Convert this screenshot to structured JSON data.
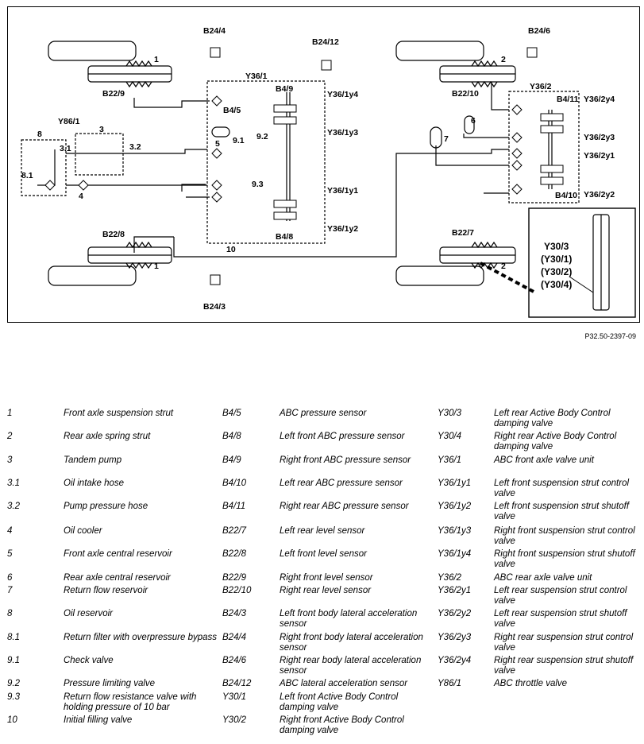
{
  "diagram": {
    "ref": "P32.50-2397-09",
    "labels": {
      "b24_4": "B24/4",
      "b24_12": "B24/12",
      "b24_6": "B24/6",
      "b24_3": "B24/3",
      "b22_9": "B22/9",
      "b22_10": "B22/10",
      "b22_8": "B22/8",
      "b22_7": "B22/7",
      "y36_1": "Y36/1",
      "y36_2": "Y36/2",
      "y86_1": "Y86/1",
      "b4_9": "B4/9",
      "b4_5": "B4/5",
      "b4_8": "B4/8",
      "b4_11": "B4/11",
      "b4_10": "B4/10",
      "y36_1y4": "Y36/1y4",
      "y36_1y3": "Y36/1y3",
      "y36_1y1": "Y36/1y1",
      "y36_1y2": "Y36/1y2",
      "y36_2y4": "Y36/2y4",
      "y36_2y3": "Y36/2y3",
      "y36_2y1": "Y36/2y1",
      "y36_2y2": "Y36/2y2",
      "n1a": "1",
      "n1b": "1",
      "n2a": "2",
      "n2b": "2",
      "n3": "3",
      "n3_1": "3.1",
      "n3_2": "3.2",
      "n4": "4",
      "n5": "5",
      "n6": "6",
      "n7": "7",
      "n8": "8",
      "n8_1": "8.1",
      "n9_1": "9.1",
      "n9_2": "9.2",
      "n9_3": "9.3",
      "n10": "10",
      "y30_3": "Y30/3",
      "y30_1": "(Y30/1)",
      "y30_2": "(Y30/2)",
      "y30_4": "(Y30/4)"
    }
  },
  "legend": {
    "col1": [
      {
        "code": "1",
        "desc": "Front axle suspension strut"
      },
      {
        "code": "2",
        "desc": "Rear axle spring strut"
      },
      {
        "code": "3",
        "desc": "Tandem pump"
      },
      {
        "code": "3.1",
        "desc": "Oil intake hose"
      },
      {
        "code": "3.2",
        "desc": "Pump pressure hose"
      },
      {
        "code": "4",
        "desc": "Oil cooler"
      },
      {
        "code": "5",
        "desc": "Front axle central reservoir"
      },
      {
        "code": "6",
        "desc": "Rear axle central reservoir"
      },
      {
        "code": "7",
        "desc": "Return flow reservoir"
      },
      {
        "code": "8",
        "desc": "Oil reservoir"
      },
      {
        "code": "8.1",
        "desc": "Return filter with overpressure bypass"
      },
      {
        "code": "9.1",
        "desc": "Check valve"
      },
      {
        "code": "9.2",
        "desc": "Pressure limiting valve"
      },
      {
        "code": "9.3",
        "desc": "Return flow resistance valve with holding pressure of 10 bar"
      },
      {
        "code": "10",
        "desc": "Initial filling valve"
      }
    ],
    "col2": [
      {
        "code": "B4/5",
        "desc": "ABC pressure sensor"
      },
      {
        "code": "B4/8",
        "desc": "Left front ABC pressure sensor"
      },
      {
        "code": "B4/9",
        "desc": "Right front ABC pressure sensor"
      },
      {
        "code": "B4/10",
        "desc": "Left rear ABC pressure sensor"
      },
      {
        "code": "B4/11",
        "desc": "Right rear ABC pressure sensor"
      },
      {
        "code": "B22/7",
        "desc": "Left rear level sensor"
      },
      {
        "code": "B22/8",
        "desc": "Left front level sensor"
      },
      {
        "code": "B22/9",
        "desc": "Right front level sensor"
      },
      {
        "code": "B22/10",
        "desc": "Right rear level sensor"
      },
      {
        "code": "B24/3",
        "desc": "Left front body lateral acceleration sensor"
      },
      {
        "code": "B24/4",
        "desc": "Right front body lateral acceleration sensor"
      },
      {
        "code": "B24/6",
        "desc": "Right rear body lateral acceleration sensor"
      },
      {
        "code": "B24/12",
        "desc": "ABC lateral acceleration sensor"
      },
      {
        "code": "Y30/1",
        "desc": "Left front Active Body Control damping valve"
      },
      {
        "code": "Y30/2",
        "desc": "Right front Active Body Control damping valve"
      }
    ],
    "col3": [
      {
        "code": "Y30/3",
        "desc": "Left rear Active Body Control damping valve"
      },
      {
        "code": "Y30/4",
        "desc": "Right rear Active Body Control damping valve"
      },
      {
        "code": "Y36/1",
        "desc": "ABC front axle valve unit"
      },
      {
        "code": "Y36/1y1",
        "desc": "Left front suspension strut control valve"
      },
      {
        "code": "Y36/1y2",
        "desc": "Left front suspension strut shutoff valve"
      },
      {
        "code": "Y36/1y3",
        "desc": "Right front suspension strut control valve"
      },
      {
        "code": "Y36/1y4",
        "desc": "Right front suspension strut shutoff valve"
      },
      {
        "code": "Y36/2",
        "desc": "ABC rear axle valve unit"
      },
      {
        "code": "Y36/2y1",
        "desc": "Left rear suspension strut control valve"
      },
      {
        "code": "Y36/2y2",
        "desc": "Left rear suspension strut shutoff valve"
      },
      {
        "code": "Y36/2y3",
        "desc": "Right rear suspension strut control valve"
      },
      {
        "code": "Y36/2y4",
        "desc": "Right rear suspension strut shutoff valve"
      },
      {
        "code": "Y86/1",
        "desc": "ABC throttle valve"
      }
    ]
  }
}
